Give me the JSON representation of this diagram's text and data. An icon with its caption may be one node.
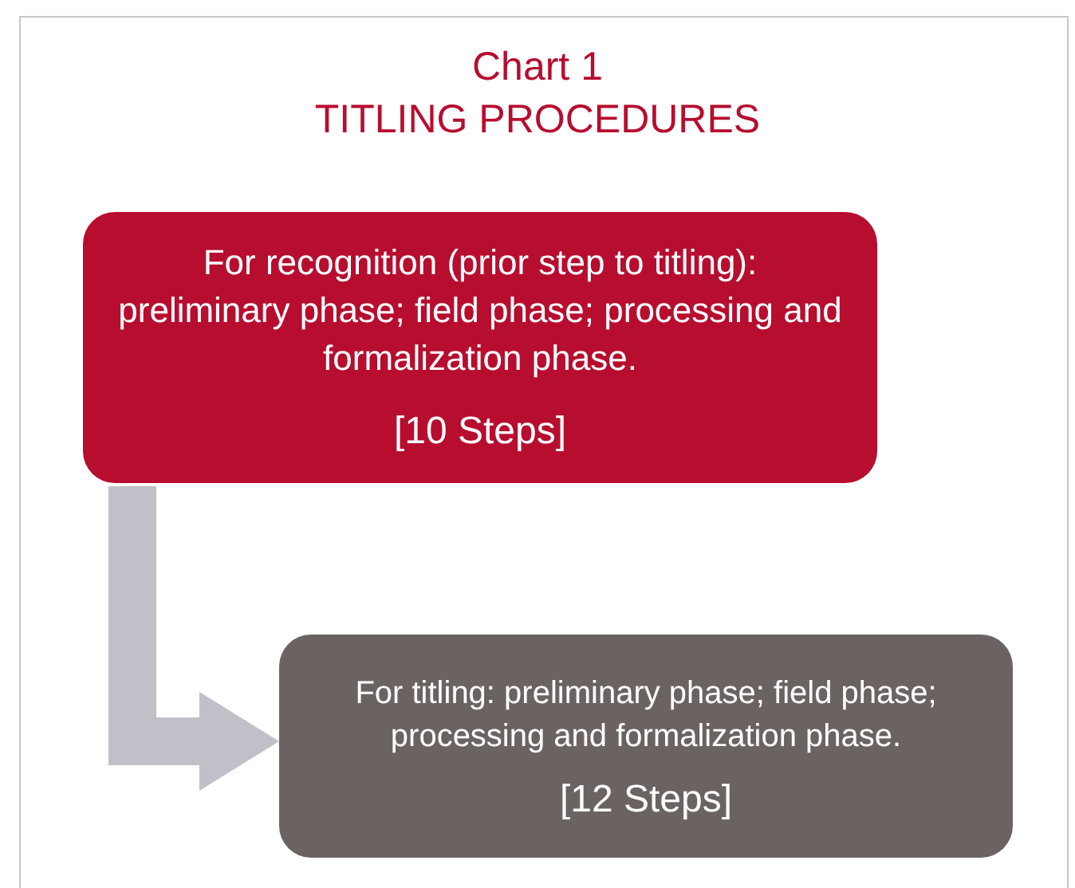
{
  "diagram": {
    "title": "Chart 1 TITLING PROCEDURES",
    "nodes": [
      {
        "text": [
          "For recognition (prior step to titling): preliminary phase; field phase; processing and formalization phase.",
          "[10 Steps]"
        ]
      },
      {
        "text": [
          "For titling: preliminary phase; field phase; processing and formalization phase.",
          "[12 Steps]"
        ]
      }
    ],
    "edges": [
      {
        "from": 0,
        "to": 1,
        "arrow": "to"
      }
    ]
  }
}
